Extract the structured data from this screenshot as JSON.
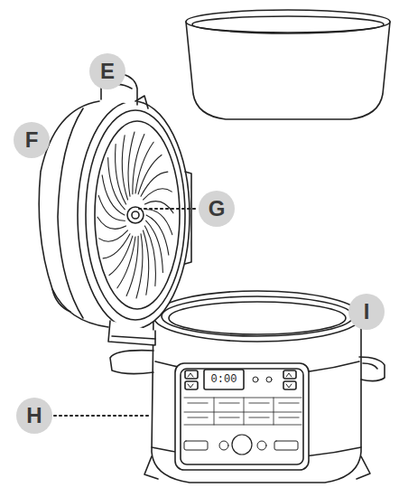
{
  "diagram": {
    "labels": [
      "E",
      "F",
      "G",
      "H",
      "I",
      "0:00"
    ]
  }
}
